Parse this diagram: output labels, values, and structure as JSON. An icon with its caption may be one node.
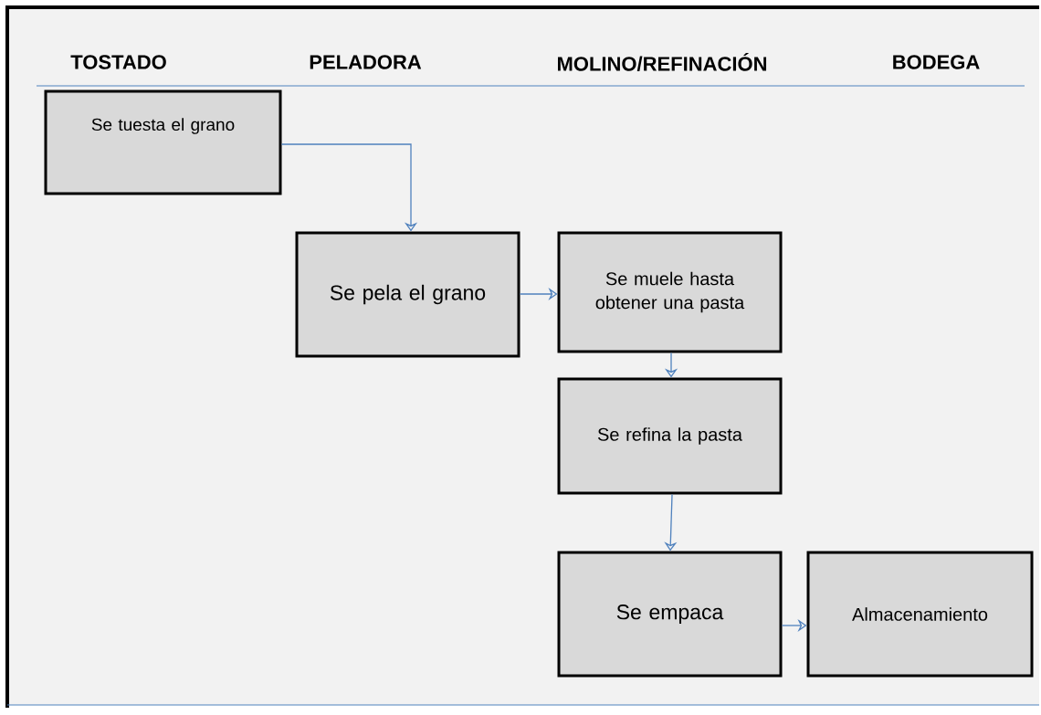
{
  "diagram": {
    "nodes": [
      {
        "text": [
          "Se tuesta el grano"
        ]
      },
      {
        "text": [
          "Se pela el grano"
        ]
      },
      {
        "text": [
          "Se muele hasta obtener una pasta"
        ]
      },
      {
        "text": [
          "Se refina la pasta"
        ]
      },
      {
        "text": [
          "Se empaca"
        ]
      },
      {
        "text": [
          "Almacenamiento"
        ]
      }
    ],
    "edges": [
      {
        "from": 0,
        "to": 1,
        "arrow": "to"
      },
      {
        "from": 1,
        "to": 2,
        "arrow": "to"
      },
      {
        "from": 2,
        "to": 3,
        "arrow": "to"
      },
      {
        "from": 3,
        "to": 4,
        "arrow": "to"
      },
      {
        "from": 4,
        "to": 5,
        "arrow": "to"
      }
    ],
    "labels": [
      "TOSTADO",
      "PELADORA",
      "MOLINO/REFINACIÓN",
      "BODEGA"
    ]
  }
}
